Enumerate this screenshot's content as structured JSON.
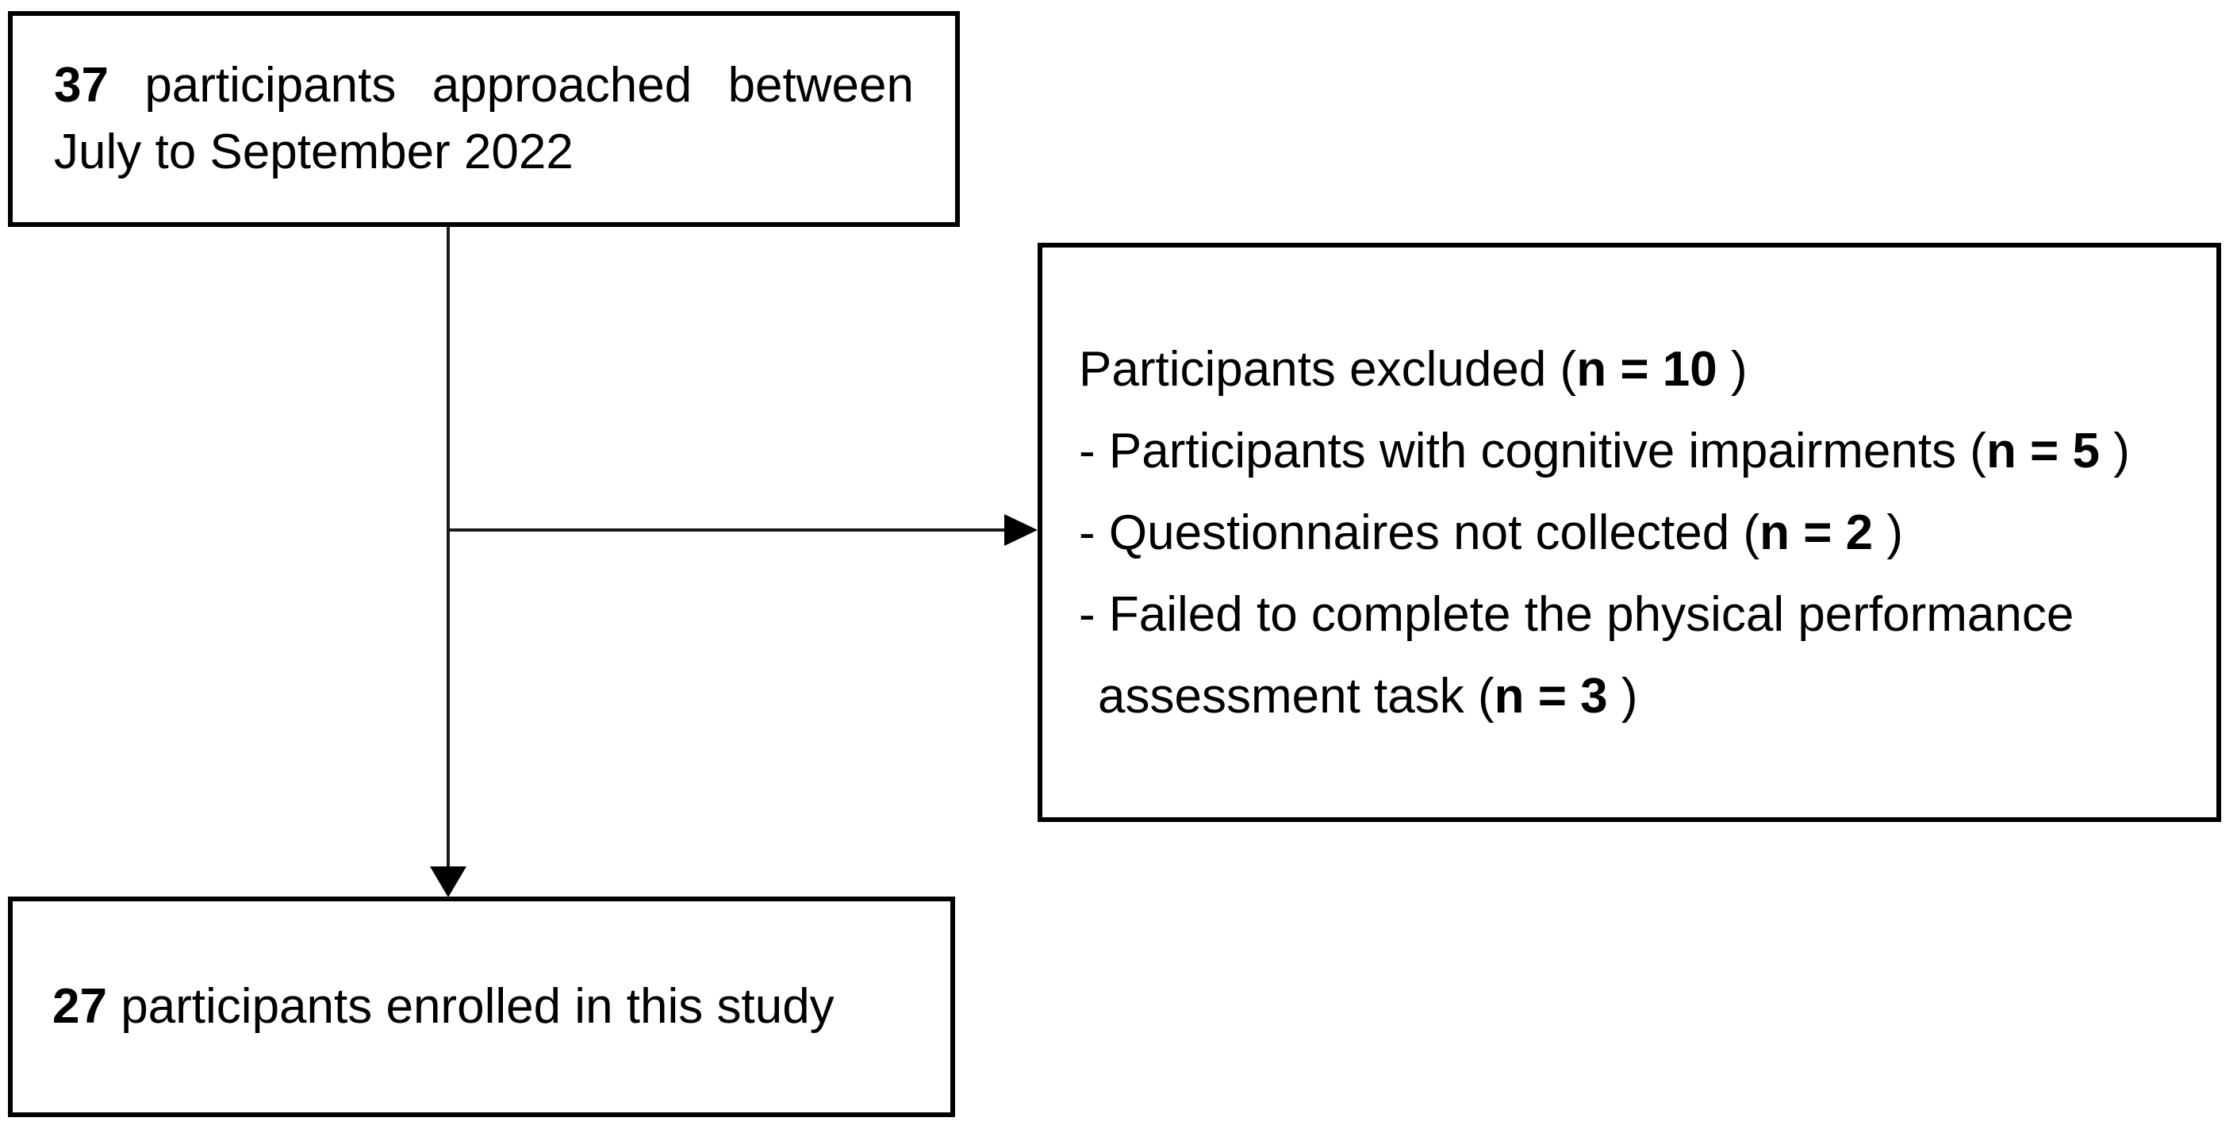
{
  "diagram_title": "participant-flow-diagram",
  "colors": {
    "background": "#ffffff",
    "border": "#000000",
    "text": "#000000"
  },
  "top_box": {
    "line1_words": [
      "37",
      "participants",
      "approached",
      "between"
    ],
    "line2": "July to September 2022"
  },
  "exclusion_box": {
    "lines": [
      {
        "pre": "Participants excluded (",
        "bold": "n = 10",
        "post": " )"
      },
      {
        "pre": "- Participants with cognitive impairments (",
        "bold": "n = 5",
        "post": " )"
      },
      {
        "pre": "- Questionnaires not collected (",
        "bold": "n = 2",
        "post": " )"
      },
      {
        "pre": "- Failed to complete the physical performance",
        "bold": "",
        "post": ""
      },
      {
        "pre": "assessment task (",
        "bold": "n = 3",
        "post": " )"
      }
    ]
  },
  "bottom_box": {
    "count": "27",
    "text": " participants enrolled in this study"
  }
}
